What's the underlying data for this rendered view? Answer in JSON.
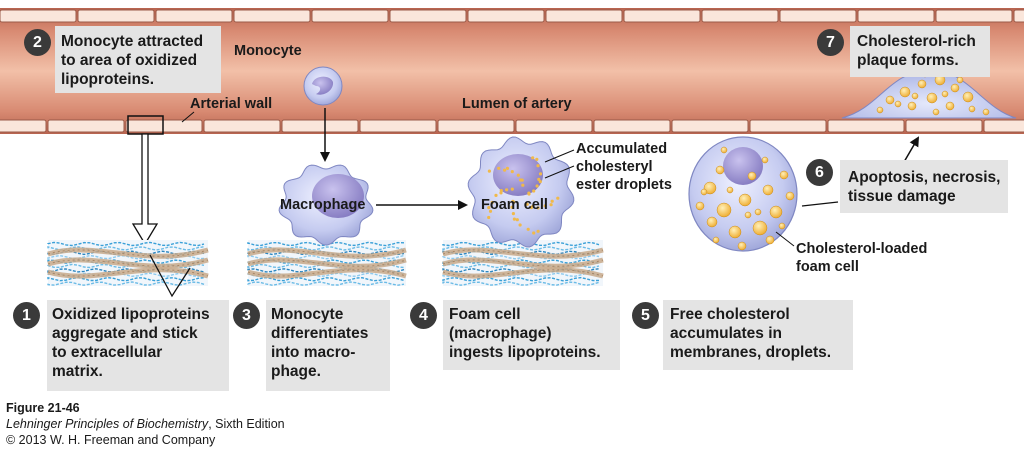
{
  "steps": [
    {
      "num": "1",
      "lines": [
        "Oxidized lipoproteins",
        "aggregate and stick",
        "to extracellular",
        "matrix."
      ]
    },
    {
      "num": "2",
      "lines": [
        "Monocyte attracted",
        "to area of oxidized",
        "lipoproteins."
      ]
    },
    {
      "num": "3",
      "lines": [
        "Monocyte",
        "differentiates",
        "into macro-",
        "phage."
      ]
    },
    {
      "num": "4",
      "lines": [
        "Foam cell",
        "(macrophage)",
        "ingests lipoproteins."
      ]
    },
    {
      "num": "5",
      "lines": [
        "Free cholesterol",
        "accumulates in",
        "membranes, droplets."
      ]
    },
    {
      "num": "6",
      "lines": [
        "Apoptosis, necrosis,",
        "tissue damage"
      ]
    },
    {
      "num": "7",
      "lines": [
        "Cholesterol-rich",
        "plaque forms."
      ]
    }
  ],
  "labels": {
    "monocyte": "Monocyte",
    "arterial_wall": "Arterial wall",
    "lumen": "Lumen of artery",
    "macrophage": "Macrophage",
    "foam_cell": "Foam cell",
    "droplets": [
      "Accumulated",
      "cholesteryl",
      "ester droplets"
    ],
    "loaded_foam_cell": [
      "Cholesterol-loaded",
      "foam cell"
    ]
  },
  "caption": {
    "figure": "Figure 21-46",
    "book_title": "Lehninger Principles of Biochemistry",
    "edition": ", Sixth Edition",
    "copyright": "© 2013 W. H. Freeman and Company"
  },
  "colors": {
    "artery_light": "#f2c0a8",
    "artery_mid": "#d88a72",
    "artery_dark": "#b05a46",
    "cell_lavender": "#c2c7ec",
    "nucleus": "#8f86c8",
    "droplet_yellow": "#f7c24a",
    "step_box": "#e4e4e4",
    "number_circle": "#3a3a3a"
  }
}
